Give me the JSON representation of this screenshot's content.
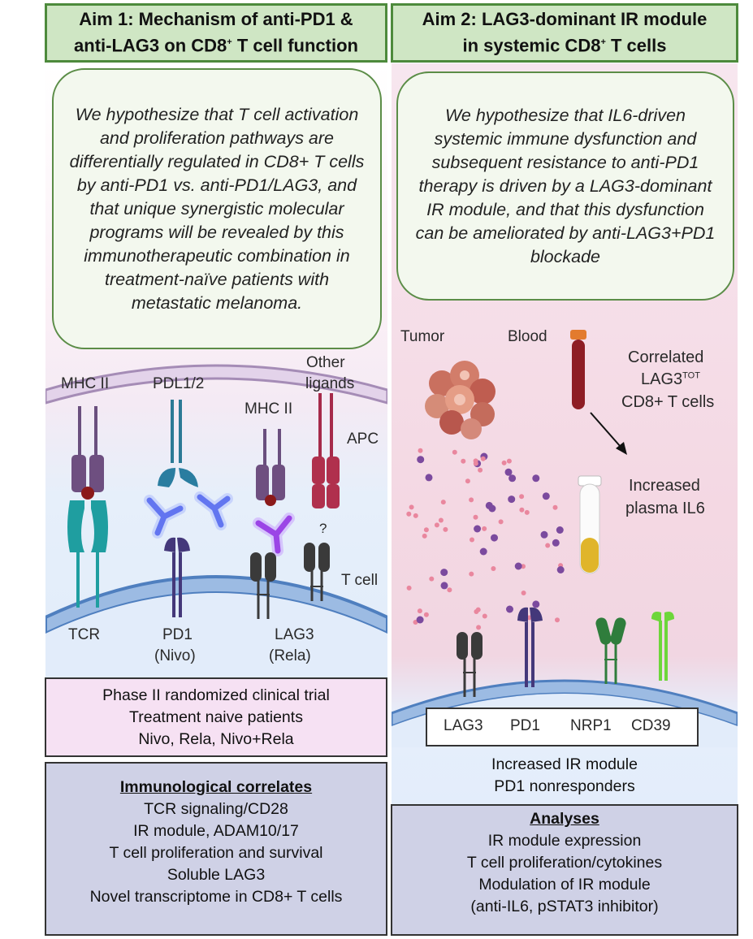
{
  "aim1": {
    "header_line1": "Aim 1: Mechanism of anti-PD1 &",
    "header_line2": "anti-LAG3 on CD8",
    "header_sup": "+",
    "header_line2_end": " T cell function",
    "hypothesis": "We hypothesize that T cell activation and proliferation pathways are differentially regulated in CD8+ T cells by anti-PD1 vs. anti-PD1/LAG3, and that unique synergistic molecular programs will be revealed by this immunotherapeutic combination in treatment-naïve patients with metastatic melanoma.",
    "labels": {
      "mhc2_left": "MHC II",
      "pdl": "PDL1/2",
      "mhc2_right": "MHC II",
      "other_ligands_1": "Other",
      "other_ligands_2": "ligands",
      "apc": "APC",
      "question": "?",
      "tcell": "T cell",
      "tcr": "TCR",
      "pd1": "PD1",
      "pd1_drug": "(Nivo)",
      "lag3": "LAG3",
      "lag3_drug": "(Rela)"
    },
    "trial": [
      "Phase II  randomized clinical trial",
      "Treatment naive patients",
      "Nivo, Rela, Nivo+Rela"
    ],
    "correlates_title": "Immunological correlates",
    "correlates": [
      "TCR signaling/CD28",
      "IR module, ADAM10/17",
      "T cell proliferation and survival",
      "Soluble LAG3",
      "Novel transcriptome in CD8+ T cells"
    ]
  },
  "aim2": {
    "header_line1": "Aim 2: LAG3-dominant IR module",
    "header_line2": "in systemic CD8",
    "header_sup": "+",
    "header_line2_end": " T cells",
    "hypothesis": "We hypothesize that IL6-driven systemic immune dysfunction and subsequent resistance to anti-PD1 therapy is driven by a LAG3-dominant IR module, and that this dysfunction can be ameliorated by anti-LAG3+PD1 blockade",
    "labels": {
      "tumor": "Tumor",
      "blood": "Blood",
      "correlated_1": "Correlated",
      "correlated_2": "LAG3",
      "correlated_sup": "TOT",
      "correlated_3": "CD8+ T cells",
      "increased_1": "Increased",
      "increased_2": "plasma IL6"
    },
    "receptors": [
      "LAG3",
      "PD1",
      "NRP1",
      "CD39"
    ],
    "outcome": [
      "Increased IR module",
      "PD1 nonresponders"
    ],
    "analyses_title": "Analyses",
    "analyses": [
      "IR module expression",
      "T cell proliferation/cytokines",
      "Modulation of IR module",
      "(anti-IL6, pSTAT3 inhibitor)"
    ]
  },
  "colors": {
    "aim_header_bg": "#cfe6c4",
    "aim_header_border": "#4d8a3c",
    "trial_bg": "#f6e1f3",
    "correlates_bg": "#cfd1e6",
    "tcell_membrane": "#5a86c2",
    "apc_membrane": "#b9a2c6",
    "right_panel_bg": "#f6dde6"
  }
}
